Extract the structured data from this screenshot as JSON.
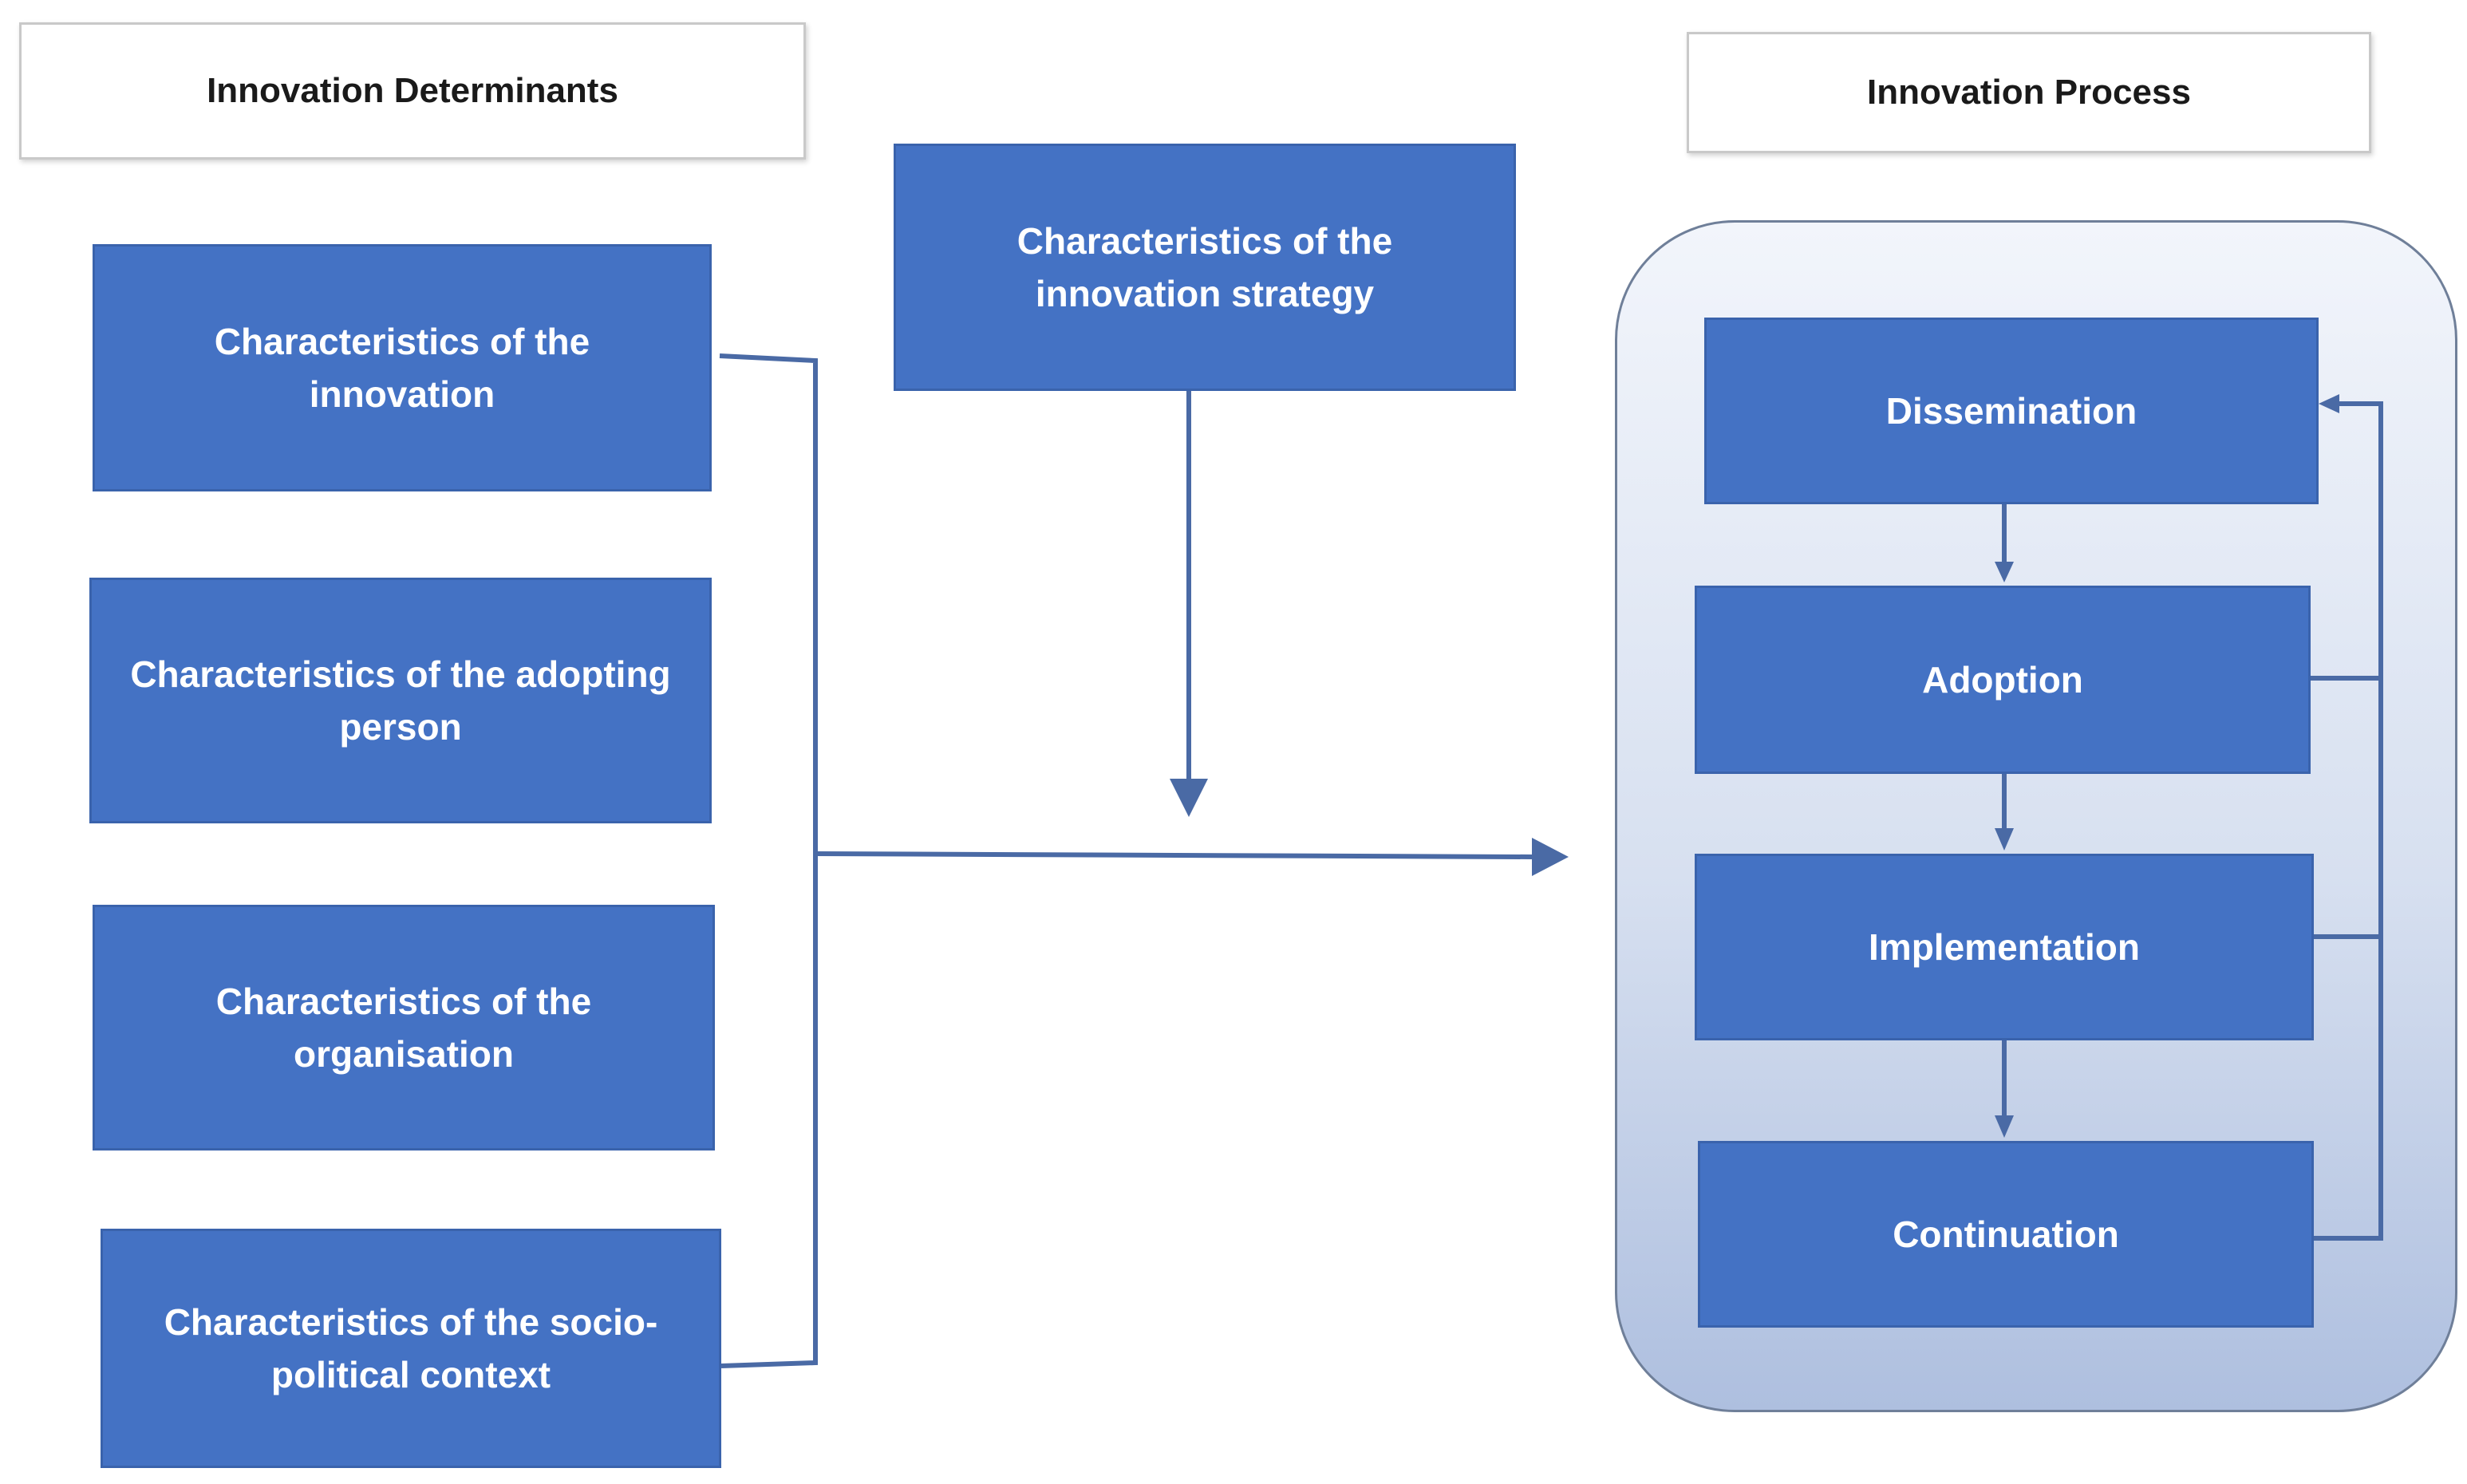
{
  "headers": {
    "determinants": "Innovation Determinants",
    "process": "Innovation Process"
  },
  "determinants": [
    "Characteristics of the innovation",
    "Characteristics of the adopting person",
    "Characteristics of the organisation",
    "Characteristics of the socio-political context"
  ],
  "strategy": "Characteristics of the innovation strategy",
  "process_steps": [
    "Dissemination",
    "Adoption",
    "Implementation",
    "Continuation"
  ],
  "colors": {
    "box_fill": "#4472c4",
    "connector": "#4a6aa5",
    "panel_gradient_top": "#f2f5fb",
    "panel_gradient_bottom": "#aebfdf"
  }
}
